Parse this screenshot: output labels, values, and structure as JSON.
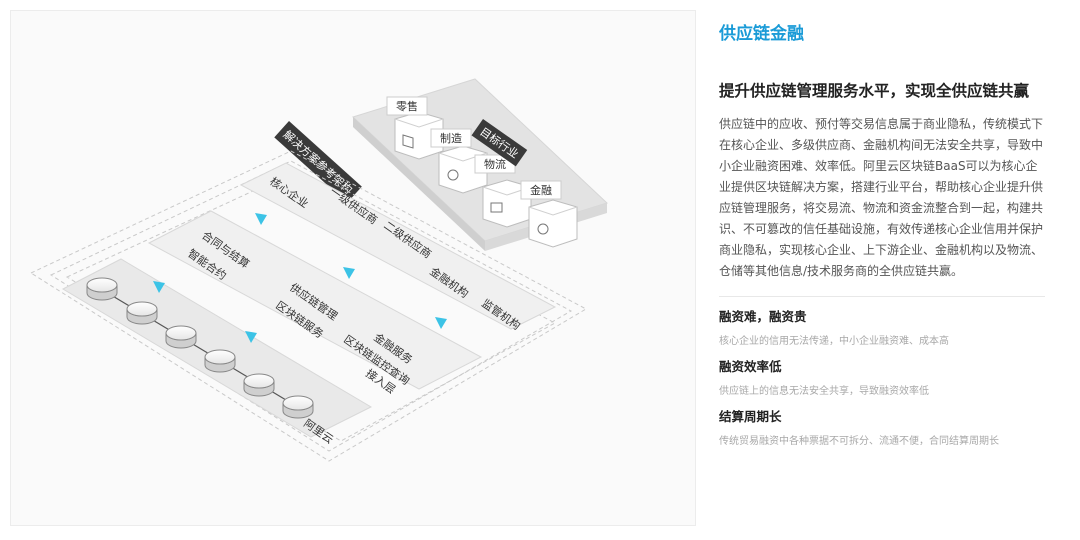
{
  "diagram": {
    "arch_title": "解决方案参考架构",
    "industry_title": "目标行业",
    "industries": [
      "零售",
      "制造",
      "物流",
      "金融"
    ],
    "layer_participants": [
      "核心企业",
      "一级供应商",
      "二级供应商",
      "金融机构",
      "监管机构"
    ],
    "layer_apps": [
      "合同与结算",
      "智能合约",
      "供应链管理",
      "区块链服务",
      "金融服务",
      "区块链监控查询",
      "接入层"
    ],
    "layer_infra_label": "阿里云",
    "colors": {
      "accent": "#1a9bd7",
      "arrow": "#3cc3e6",
      "dark_label": "#3a3a3a"
    }
  },
  "info": {
    "title": "供应链金融",
    "headline": "提升供应链管理服务水平，实现全供应链共赢",
    "description": "供应链中的应收、预付等交易信息属于商业隐私，传统模式下在核心企业、多级供应商、金融机构间无法安全共享，导致中小企业融资困难、效率低。阿里云区块链BaaS可以为核心企业提供区块链解决方案，搭建行业平台，帮助核心企业提升供应链管理服务，将交易流、物流和资金流整合到一起，构建共识、不可篡改的信任基础设施，有效传递核心企业信用并保护商业隐私，实现核心企业、上下游企业、金融机构以及物流、仓储等其他信息/技术服务商的全供应链共赢。",
    "pain_points": [
      {
        "title": "融资难，融资贵",
        "desc": "核心企业的信用无法传递，中小企业融资难、成本高"
      },
      {
        "title": "融资效率低",
        "desc": "供应链上的信息无法安全共享，导致融资效率低"
      },
      {
        "title": "结算周期长",
        "desc": "传统贸易融资中各种票据不可拆分、流通不便，合同结算周期长"
      }
    ]
  }
}
